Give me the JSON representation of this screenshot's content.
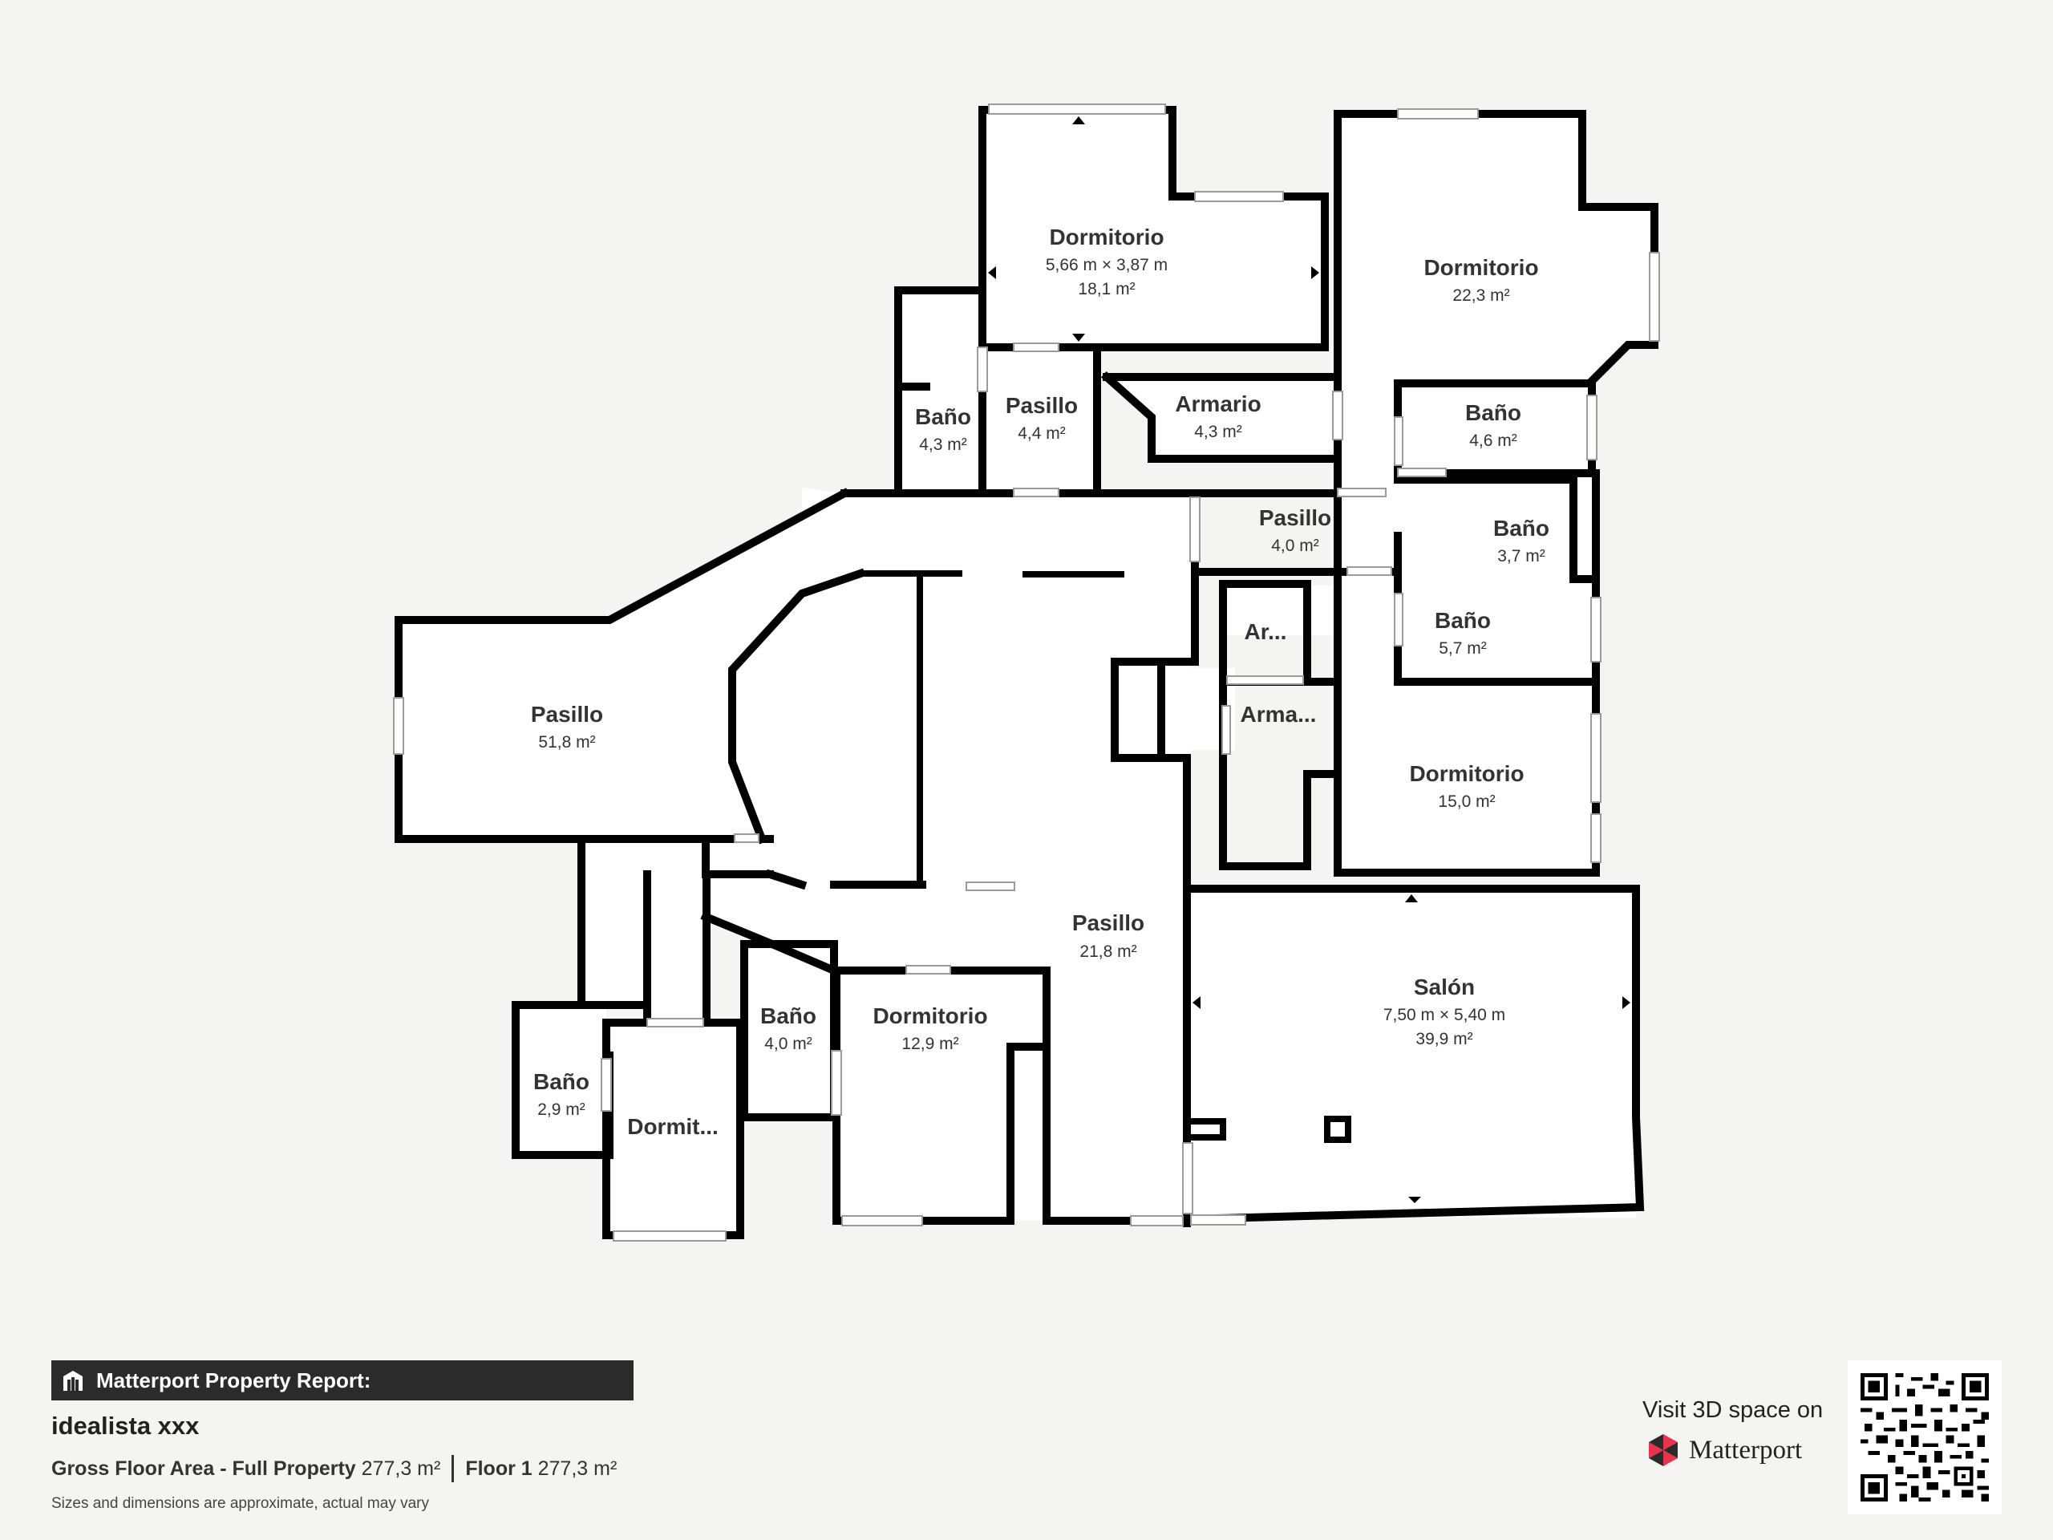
{
  "rooms": [
    {
      "id": "dormitorio-top",
      "name": "Dormitorio",
      "dims": "5,66 m × 3,87 m",
      "area": "18,1 m²"
    },
    {
      "id": "dormitorio-right",
      "name": "Dormitorio",
      "area": "22,3 m²"
    },
    {
      "id": "bano-small-left",
      "name": "Baño",
      "area": "4,3 m²"
    },
    {
      "id": "pasillo-upper",
      "name": "Pasillo",
      "area": "4,4 m²"
    },
    {
      "id": "armario-upper",
      "name": "Armario",
      "area": "4,3 m²"
    },
    {
      "id": "bano-right-top",
      "name": "Baño",
      "area": "4,6 m²"
    },
    {
      "id": "pasillo-mid",
      "name": "Pasillo",
      "area": "4,0 m²"
    },
    {
      "id": "bano-right-mid",
      "name": "Baño",
      "area": "3,7 m²"
    },
    {
      "id": "bano-right-low",
      "name": "Baño",
      "area": "5,7 m²"
    },
    {
      "id": "armario-small",
      "name": "Ar..."
    },
    {
      "id": "armario-mid",
      "name": "Arma..."
    },
    {
      "id": "pasillo-big",
      "name": "Pasillo",
      "area": "51,8 m²"
    },
    {
      "id": "dormitorio-mid-right",
      "name": "Dormitorio",
      "area": "15,0 m²"
    },
    {
      "id": "pasillo-lower",
      "name": "Pasillo",
      "area": "21,8 m²"
    },
    {
      "id": "salon",
      "name": "Salón",
      "dims": "7,50 m × 5,40 m",
      "area": "39,9 m²"
    },
    {
      "id": "bano-lower",
      "name": "Baño",
      "area": "4,0 m²"
    },
    {
      "id": "dormitorio-lower",
      "name": "Dormitorio",
      "area": "12,9 m²"
    },
    {
      "id": "bano-lower-left",
      "name": "Baño",
      "area": "2,9 m²"
    },
    {
      "id": "dormitorio-lower-left",
      "name": "Dormit..."
    }
  ],
  "footer": {
    "report_title": "Matterport Property Report:",
    "property_name": "idealista xxx",
    "gross_label": "Gross Floor Area - Full Property",
    "gross_value": "277,3 m²",
    "floor_label": "Floor 1",
    "floor_value": "277,3 m²",
    "disclaimer": "Sizes and dimensions are approximate, actual may vary",
    "visit_text": "Visit 3D space on",
    "brand_name": "Matterport",
    "brand_colors": [
      "#e8334d",
      "#2b2b2b"
    ]
  },
  "icons": [
    "building-icon",
    "matterport-logo-icon",
    "qr-code-icon"
  ]
}
